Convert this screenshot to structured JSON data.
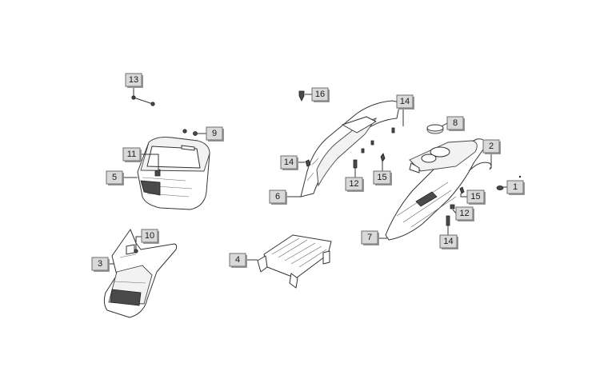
{
  "diagram": {
    "callouts": [
      {
        "id": "c13",
        "label": "13"
      },
      {
        "id": "c16",
        "label": "16"
      },
      {
        "id": "c14a",
        "label": "14"
      },
      {
        "id": "c8",
        "label": "8"
      },
      {
        "id": "c9",
        "label": "9"
      },
      {
        "id": "c11",
        "label": "11"
      },
      {
        "id": "c14b",
        "label": "14"
      },
      {
        "id": "c2",
        "label": "2"
      },
      {
        "id": "c5",
        "label": "5"
      },
      {
        "id": "c12a",
        "label": "12"
      },
      {
        "id": "c15a",
        "label": "15"
      },
      {
        "id": "c1",
        "label": "1"
      },
      {
        "id": "c6",
        "label": "6"
      },
      {
        "id": "c15b",
        "label": "15"
      },
      {
        "id": "c12b",
        "label": "12"
      },
      {
        "id": "c10",
        "label": "10"
      },
      {
        "id": "c7",
        "label": "7"
      },
      {
        "id": "c14c",
        "label": "14"
      },
      {
        "id": "c4",
        "label": "4"
      },
      {
        "id": "c3",
        "label": "3"
      }
    ],
    "colors": {
      "line": "#333333",
      "callout_fill": "#d9d9d9",
      "callout_border": "#6e6e6e"
    }
  }
}
